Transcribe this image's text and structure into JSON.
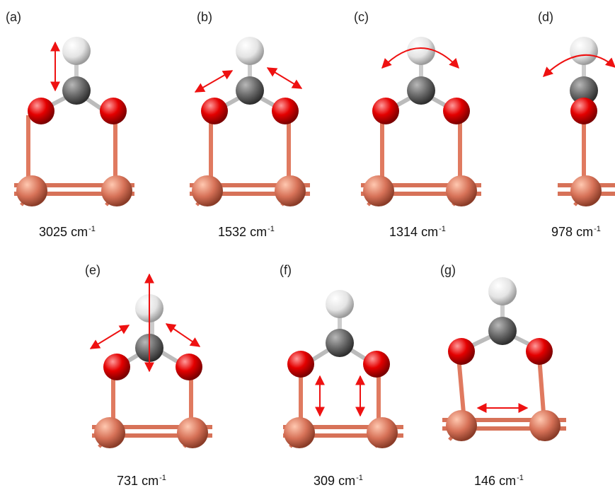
{
  "panels": [
    {
      "label": "(a)",
      "freq": "3025",
      "unit": "cm",
      "exp": "-1"
    },
    {
      "label": "(b)",
      "freq": "1532",
      "unit": "cm",
      "exp": "-1"
    },
    {
      "label": "(c)",
      "freq": "1314",
      "unit": "cm",
      "exp": "-1"
    },
    {
      "label": "(d)",
      "freq": "978",
      "unit": "cm",
      "exp": "-1"
    },
    {
      "label": "(e)",
      "freq": "731",
      "unit": "cm",
      "exp": "-1"
    },
    {
      "label": "(f)",
      "freq": "309",
      "unit": "cm",
      "exp": "-1"
    },
    {
      "label": "(g)",
      "freq": "146",
      "unit": "cm",
      "exp": "-1"
    }
  ],
  "colors": {
    "hydrogen": "#eeeeee",
    "carbon": "#666666",
    "oxygen": "#dd0000",
    "copper": "#e07a60",
    "arrow": "#ee1111"
  }
}
